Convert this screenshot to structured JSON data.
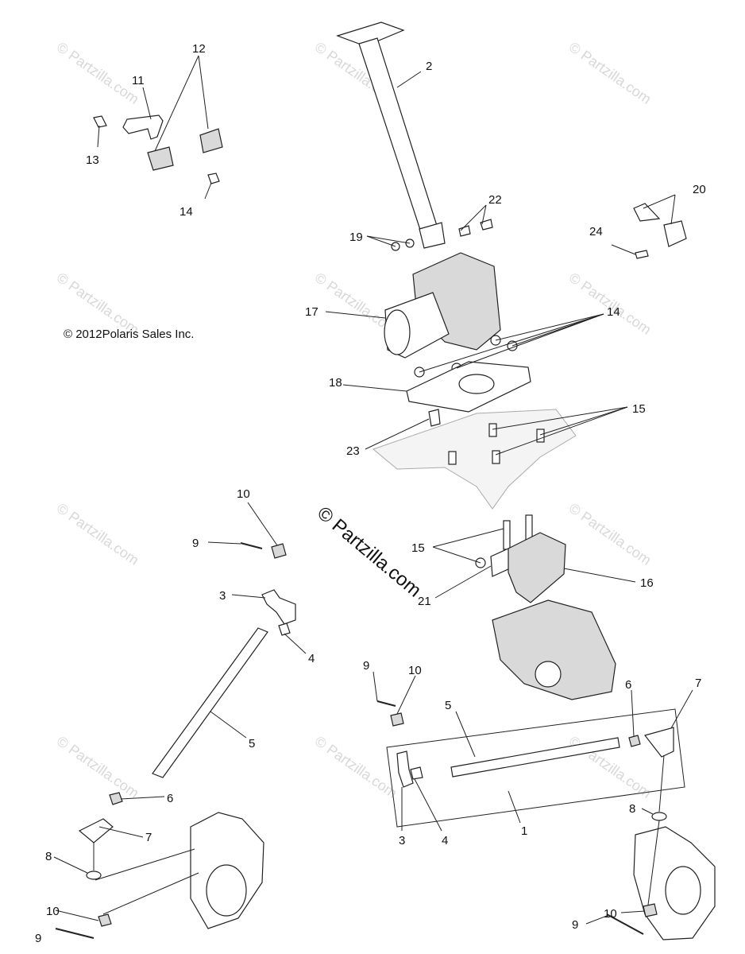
{
  "copyright": "© 2012Polaris Sales Inc.",
  "watermark": "© Partzilla.com",
  "watermark_small": "© Partzilla.com",
  "callouts": {
    "c1": "1",
    "c2": "2",
    "c3a": "3",
    "c3b": "3",
    "c4a": "4",
    "c4b": "4",
    "c5a": "5",
    "c5b": "5",
    "c6a": "6",
    "c6b": "6",
    "c7a": "7",
    "c7b": "7",
    "c8a": "8",
    "c8b": "8",
    "c9a": "9",
    "c9b": "9",
    "c9c": "9",
    "c9d": "9",
    "c10a": "10",
    "c10b": "10",
    "c10c": "10",
    "c10d": "10",
    "c11": "11",
    "c12": "12",
    "c13": "13",
    "c14a": "14",
    "c14b": "14",
    "c15a": "15",
    "c15b": "15",
    "c16": "16",
    "c17": "17",
    "c18": "18",
    "c19": "19",
    "c20": "20",
    "c21": "21",
    "c22": "22",
    "c23": "23",
    "c24": "24"
  }
}
